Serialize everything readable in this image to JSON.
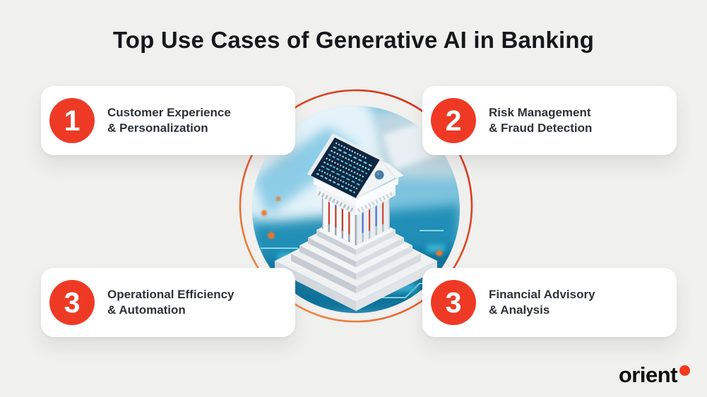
{
  "title": "Top Use Cases of Generative AI in Banking",
  "cards": [
    {
      "number": "1",
      "line1": "Customer Experience",
      "line2": "& Personalization"
    },
    {
      "number": "2",
      "line1": "Risk Management",
      "line2": "& Fraud Detection"
    },
    {
      "number": "3",
      "line1": "Operational Efficiency",
      "line2": "& Automation"
    },
    {
      "number": "3",
      "line1": "Financial Advisory",
      "line2": "& Analysis"
    }
  ],
  "center_illustration": {
    "icon": "bank-building-on-circuit-board"
  },
  "logo": {
    "text": "orient",
    "dot_color": "#f23a1d"
  },
  "colors": {
    "background": "#f0f0ee",
    "card_background": "#ffffff",
    "badge_red": "#ee3a25",
    "ring_red": "#d5301c",
    "ring_orange": "#f29c49",
    "title_text": "#16171a",
    "card_text": "#2e3237"
  }
}
